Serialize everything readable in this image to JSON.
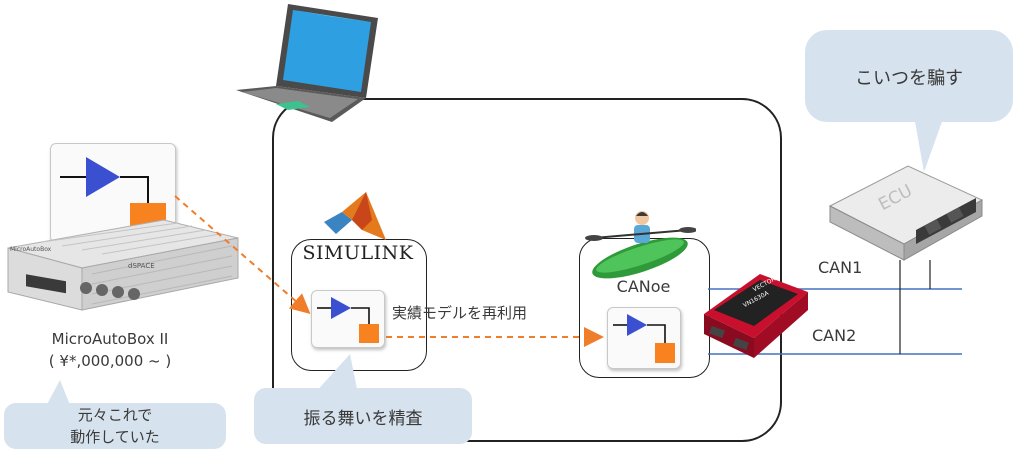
{
  "labels": {
    "microautobox_name": "MicroAutoBox II",
    "microautobox_price": "( ¥*,000,000 ~ )",
    "callout_originally_line1": "元々これで",
    "callout_originally_line2": "動作していた",
    "simulink_logo": "SIMULINK",
    "callout_behavior": "振る舞いを精査",
    "reuse_label": "実績モデルを再利用",
    "canoe_label": "CANoe",
    "callout_ecu": "こいつを騙す",
    "ecu_label": "ECU",
    "can1": "CAN1",
    "can2": "CAN2",
    "interface_brand": "VECTOR",
    "interface_model": "VN1630A",
    "mab_brand": "dSPACE",
    "mab_product": "MicroAutoBox"
  },
  "colors": {
    "callout_bg": "#d6e3ee",
    "arrow_orange": "#f07d2a",
    "can_line_blue": "#4472c4",
    "block_triangle": "#3b4fd1",
    "block_square": "#f7821f"
  }
}
